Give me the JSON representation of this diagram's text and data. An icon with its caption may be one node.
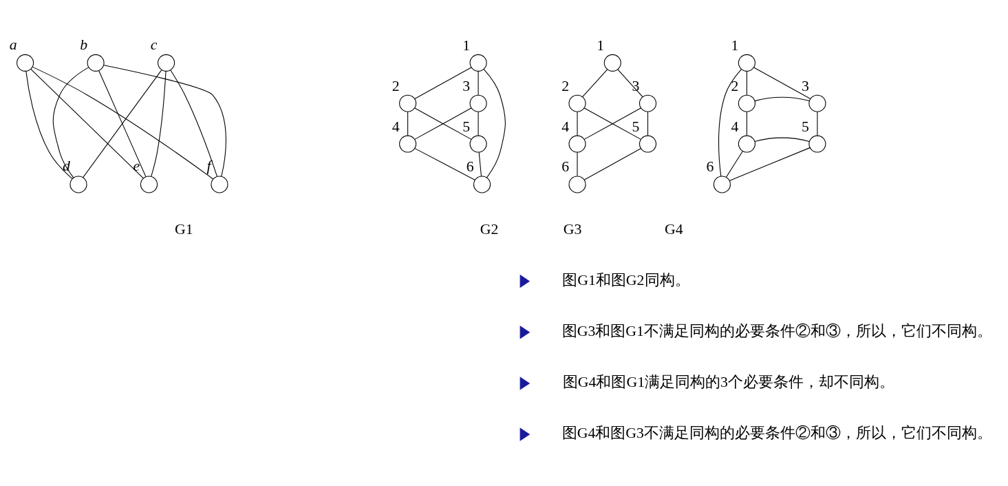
{
  "diagram": {
    "nodes": [
      {
        "text": [],
        "shape": "circle",
        "beside": [
          "a"
        ]
      },
      {
        "text": [],
        "shape": "circle",
        "beside": [
          "b"
        ]
      },
      {
        "text": [],
        "shape": "circle",
        "beside": [
          "c"
        ]
      },
      {
        "text": [],
        "shape": "circle",
        "beside": [
          "d"
        ]
      },
      {
        "text": [],
        "shape": "circle",
        "beside": [
          "e"
        ]
      },
      {
        "text": [],
        "shape": "circle",
        "beside": [
          "f"
        ]
      },
      {
        "text": [],
        "shape": "circle",
        "beside": [
          "1"
        ]
      },
      {
        "text": [],
        "shape": "circle",
        "beside": [
          "2"
        ]
      },
      {
        "text": [],
        "shape": "circle",
        "beside": [
          "3"
        ]
      },
      {
        "text": [],
        "shape": "circle",
        "beside": [
          "4"
        ]
      },
      {
        "text": [],
        "shape": "circle",
        "beside": [
          "5"
        ]
      },
      {
        "text": [],
        "shape": "circle",
        "beside": [
          "6"
        ]
      },
      {
        "text": [],
        "shape": "circle",
        "beside": [
          "1"
        ]
      },
      {
        "text": [],
        "shape": "circle",
        "beside": [
          "2"
        ]
      },
      {
        "text": [],
        "shape": "circle",
        "beside": [
          "3"
        ]
      },
      {
        "text": [],
        "shape": "circle",
        "beside": [
          "4"
        ]
      },
      {
        "text": [],
        "shape": "circle",
        "beside": [
          "5"
        ]
      },
      {
        "text": [],
        "shape": "circle",
        "beside": [
          "6"
        ]
      },
      {
        "text": [],
        "shape": "circle",
        "beside": [
          "1"
        ]
      },
      {
        "text": [],
        "shape": "circle",
        "beside": [
          "2"
        ]
      },
      {
        "text": [],
        "shape": "circle",
        "beside": [
          "3"
        ]
      },
      {
        "text": [],
        "shape": "circle",
        "beside": [
          "4"
        ]
      },
      {
        "text": [],
        "shape": "circle",
        "beside": [
          "5"
        ]
      },
      {
        "text": [],
        "shape": "circle",
        "beside": [
          "6"
        ]
      }
    ],
    "edges": [
      {
        "from": 0,
        "to": 3,
        "arrow": "none"
      },
      {
        "from": 0,
        "to": 4,
        "arrow": "none"
      },
      {
        "from": 0,
        "to": 5,
        "arrow": "none"
      },
      {
        "from": 1,
        "to": 3,
        "arrow": "none"
      },
      {
        "from": 1,
        "to": 4,
        "arrow": "none"
      },
      {
        "from": 1,
        "to": 5,
        "arrow": "none"
      },
      {
        "from": 2,
        "to": 3,
        "arrow": "none"
      },
      {
        "from": 2,
        "to": 4,
        "arrow": "none"
      },
      {
        "from": 2,
        "to": 5,
        "arrow": "none"
      },
      {
        "from": 6,
        "to": 7,
        "arrow": "none"
      },
      {
        "from": 6,
        "to": 8,
        "arrow": "none"
      },
      {
        "from": 6,
        "to": 11,
        "arrow": "none"
      },
      {
        "from": 7,
        "to": 9,
        "arrow": "none"
      },
      {
        "from": 7,
        "to": 10,
        "arrow": "none"
      },
      {
        "from": 8,
        "to": 9,
        "arrow": "none"
      },
      {
        "from": 8,
        "to": 10,
        "arrow": "none"
      },
      {
        "from": 9,
        "to": 11,
        "arrow": "none"
      },
      {
        "from": 10,
        "to": 11,
        "arrow": "none"
      },
      {
        "from": 12,
        "to": 13,
        "arrow": "none"
      },
      {
        "from": 12,
        "to": 14,
        "arrow": "none"
      },
      {
        "from": 13,
        "to": 15,
        "arrow": "none"
      },
      {
        "from": 13,
        "to": 16,
        "arrow": "none"
      },
      {
        "from": 14,
        "to": 15,
        "arrow": "none"
      },
      {
        "from": 14,
        "to": 16,
        "arrow": "none"
      },
      {
        "from": 15,
        "to": 17,
        "arrow": "none"
      },
      {
        "from": 16,
        "to": 17,
        "arrow": "none"
      },
      {
        "from": 18,
        "to": 19,
        "arrow": "none"
      },
      {
        "from": 18,
        "to": 20,
        "arrow": "none"
      },
      {
        "from": 18,
        "to": 23,
        "arrow": "none"
      },
      {
        "from": 19,
        "to": 20,
        "arrow": "none"
      },
      {
        "from": 19,
        "to": 21,
        "arrow": "none"
      },
      {
        "from": 20,
        "to": 22,
        "arrow": "none"
      },
      {
        "from": 21,
        "to": 22,
        "arrow": "none"
      },
      {
        "from": 21,
        "to": 23,
        "arrow": "none"
      },
      {
        "from": 22,
        "to": 23,
        "arrow": "none"
      }
    ],
    "labels": [
      "G1",
      "G2",
      "G3",
      "G4",
      "图G1和图G2同构。",
      "图G3和图G1不满足同构的必要条件②和③，所以，它们不同构。",
      "图G4和图G1满足同构的3个必要条件，却不同构。",
      "图G4和图G3不满足同构的必要条件②和③，所以，它们不同构。"
    ]
  }
}
